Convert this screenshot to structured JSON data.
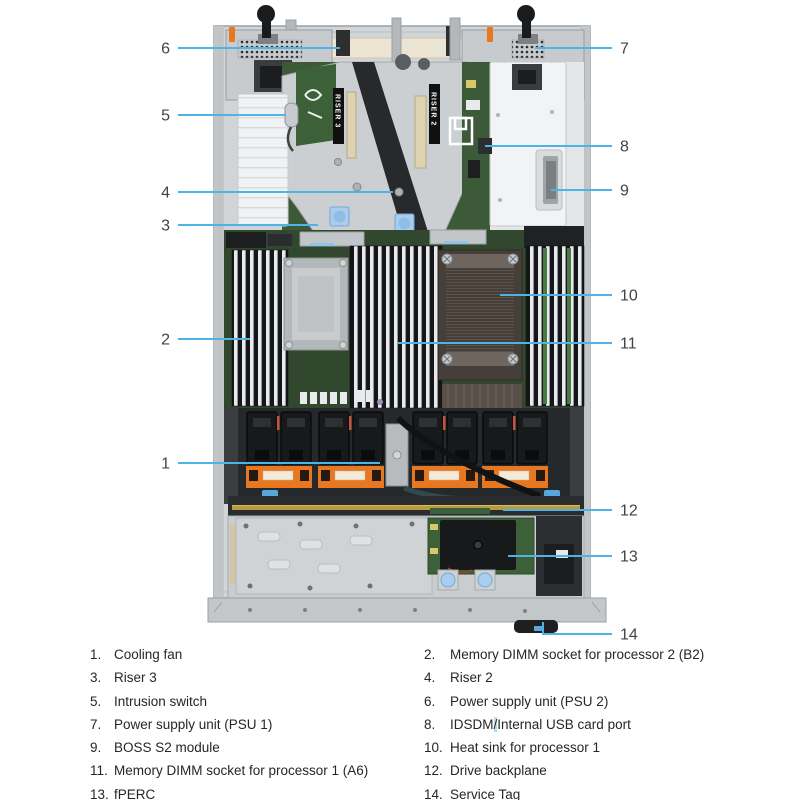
{
  "diagram": {
    "description": "Top view of server chassis with numbered callouts",
    "labels": {
      "riser3": "RISER 3",
      "riser2": "RISER 2"
    },
    "callouts": [
      {
        "n": "1",
        "target": "cooling-fan"
      },
      {
        "n": "2",
        "target": "memory-dimm-socket-processor-2"
      },
      {
        "n": "3",
        "target": "riser-3"
      },
      {
        "n": "4",
        "target": "riser-2"
      },
      {
        "n": "5",
        "target": "intrusion-switch"
      },
      {
        "n": "6",
        "target": "power-supply-unit-psu-2"
      },
      {
        "n": "7",
        "target": "power-supply-unit-psu-1"
      },
      {
        "n": "8",
        "target": "idsdm-internal-usb-card-port"
      },
      {
        "n": "9",
        "target": "boss-s2-module"
      },
      {
        "n": "10",
        "target": "heat-sink-processor-1"
      },
      {
        "n": "11",
        "target": "memory-dimm-socket-processor-1"
      },
      {
        "n": "12",
        "target": "drive-backplane"
      },
      {
        "n": "13",
        "target": "fperc"
      },
      {
        "n": "14",
        "target": "service-tag"
      }
    ]
  },
  "legend": {
    "items": [
      {
        "num": "1.",
        "label": "Cooling fan"
      },
      {
        "num": "2.",
        "label": "Memory DIMM socket for processor 2 (B2)"
      },
      {
        "num": "3.",
        "label": "Riser 3"
      },
      {
        "num": "4.",
        "label": "Riser 2"
      },
      {
        "num": "5.",
        "label": "Intrusion switch"
      },
      {
        "num": "6.",
        "label": "Power supply unit (PSU 2)"
      },
      {
        "num": "7.",
        "label": "Power supply unit (PSU 1)"
      },
      {
        "num": "8.",
        "label": "IDSDM/Internal USB card port",
        "parts": [
          {
            "t": "IDSDM"
          },
          {
            "t": "/",
            "highlight": true
          },
          {
            "t": "Internal USB card port"
          }
        ]
      },
      {
        "num": "9.",
        "label": "BOSS S2 module"
      },
      {
        "num": "10.",
        "label": "Heat sink for processor 1"
      },
      {
        "num": "11.",
        "label": "Memory DIMM socket for processor 1 (A6)"
      },
      {
        "num": "12.",
        "label": "Drive backplane"
      },
      {
        "num": "13.",
        "label": "fPERC"
      },
      {
        "num": "14.",
        "label": "Service Tag"
      }
    ]
  },
  "colors": {
    "callout_line": "#4fb3e5",
    "callout_number": "#3f4346",
    "legend_text": "#262626",
    "slash_highlight": "#b5e0f2",
    "fan_orange": "#e87722",
    "touchpoint_blue": "#a9cdec",
    "backplane_gold": "#b99a3e",
    "motherboard_green": "#31482f",
    "chassis_gray": "#d2d5d7"
  }
}
